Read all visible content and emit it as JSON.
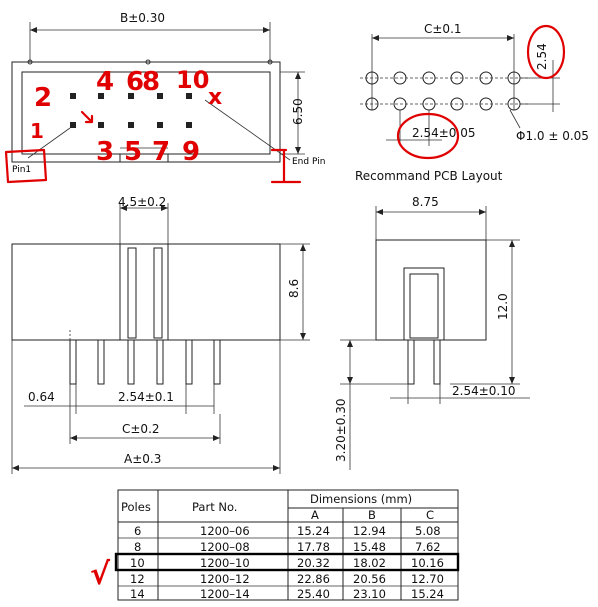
{
  "top_view": {
    "dim_b": "B±0.30",
    "dim_height": "6.50",
    "pin1_label": "Pin1",
    "end_pin_label": "End Pin"
  },
  "pcb_layout": {
    "dim_c": "C±0.1",
    "pitch_vertical": "2.54",
    "pitch_horizontal": "2.54±0.05",
    "hole_diameter": "Φ1.0 ± 0.05",
    "caption": "Recommand PCB Layout"
  },
  "front_view": {
    "dim_slot": "4.5±0.2",
    "dim_height": "8.6",
    "dim_pin_width": "0.64",
    "dim_pitch": "2.54±0.1",
    "dim_c": "C±0.2",
    "dim_a": "A±0.3"
  },
  "side_view": {
    "dim_width": "8.75",
    "dim_height": "12.0",
    "dim_pitch": "2.54±0.10",
    "dim_tail": "3.20±0.30"
  },
  "table": {
    "header_poles": "Poles",
    "header_part": "Part No.",
    "header_dims": "Dimensions  (mm)",
    "col_a": "A",
    "col_b": "B",
    "col_c": "C",
    "rows": [
      {
        "poles": "6",
        "part": "1200–06",
        "a": "15.24",
        "b": "12.94",
        "c": "5.08"
      },
      {
        "poles": "8",
        "part": "1200–08",
        "a": "17.78",
        "b": "15.48",
        "c": "7.62"
      },
      {
        "poles": "10",
        "part": "1200–10",
        "a": "20.32",
        "b": "18.02",
        "c": "10.16"
      },
      {
        "poles": "12",
        "part": "1200–12",
        "a": "22.86",
        "b": "20.56",
        "c": "12.70"
      },
      {
        "poles": "14",
        "part": "1200–14",
        "a": "25.40",
        "b": "23.10",
        "c": "15.24"
      }
    ],
    "selected_row": "10"
  },
  "handwritten": {
    "n2": "2",
    "n1": "1",
    "n4": "4",
    "n6": "6",
    "n8": "8",
    "n10": "10",
    "n3": "3",
    "n5": "5",
    "n7": "7",
    "n9": "9",
    "x_mark": "x",
    "check": "√"
  }
}
